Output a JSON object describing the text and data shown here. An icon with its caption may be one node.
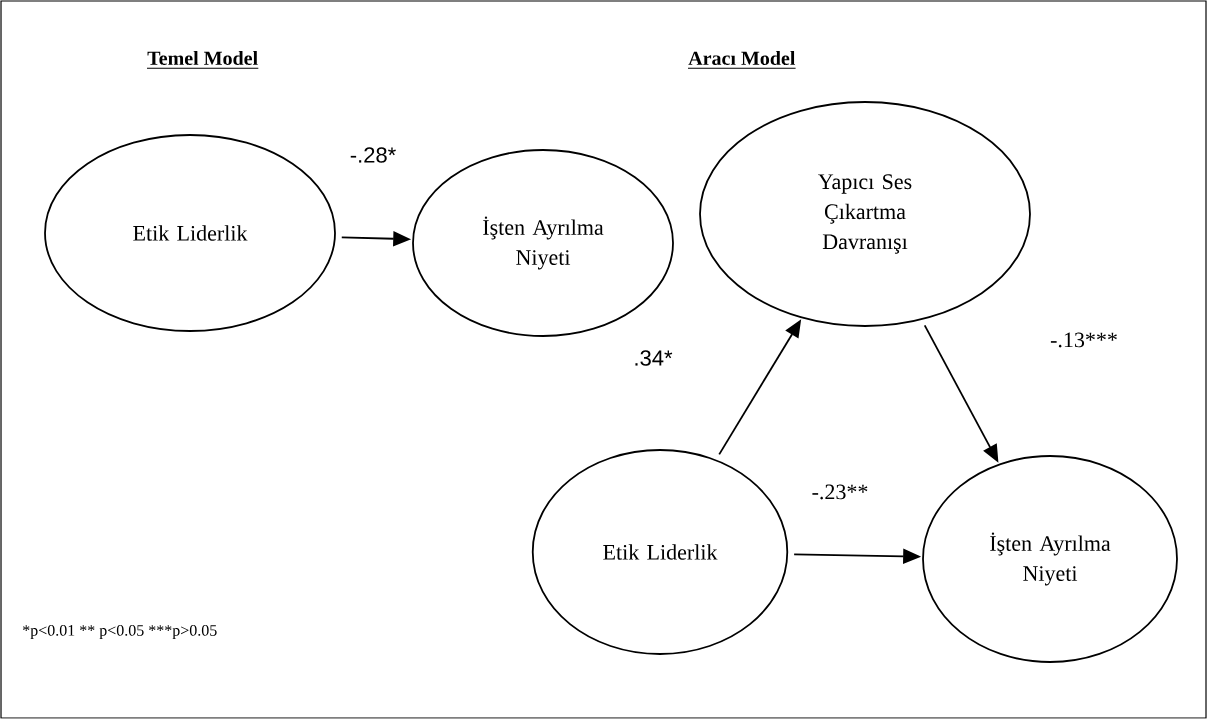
{
  "diagram": {
    "nodes": [
      {
        "text": [
          "Etik Liderlik"
        ]
      },
      {
        "text": [
          "İşten Ayrılma Niyeti"
        ]
      },
      {
        "text": [
          "Yapıcı Ses Çıkartma Davranışı"
        ]
      },
      {
        "text": [
          "Etik Liderlik"
        ]
      },
      {
        "text": [
          "İşten Ayrılma Niyeti"
        ]
      }
    ],
    "edges": [
      {
        "from": 0,
        "to": 1,
        "arrow": "to",
        "label": "-.28*"
      },
      {
        "from": 3,
        "to": 2,
        "arrow": "to",
        "label": ".34*"
      },
      {
        "from": 2,
        "to": 4,
        "arrow": "to",
        "label": "-.13***"
      },
      {
        "from": 3,
        "to": 4,
        "arrow": "to",
        "label": "-.23**"
      }
    ],
    "labels": [
      "Temel Model",
      "Aracı Model",
      "*p<0.01 ** p<0.05   ***p>0.05"
    ]
  }
}
